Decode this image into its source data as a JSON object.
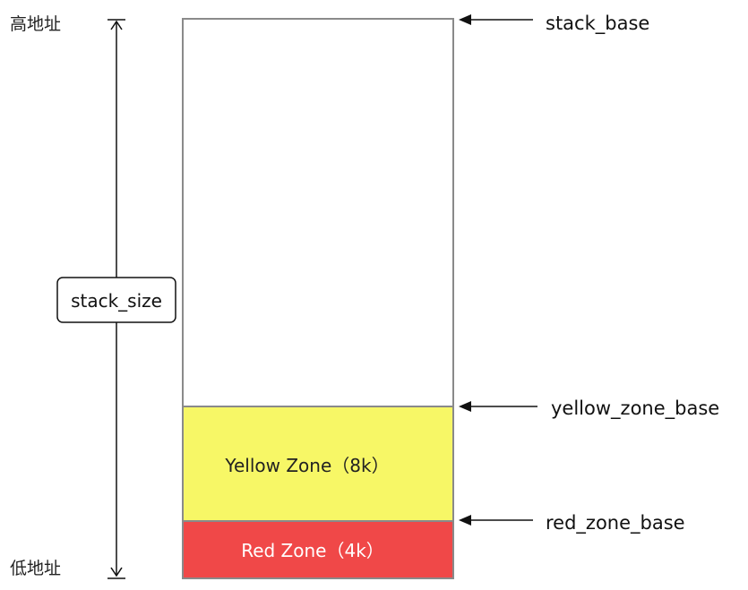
{
  "addresses": {
    "high": "高地址",
    "low": "低地址"
  },
  "size_label": "stack_size",
  "zones": {
    "yellow": {
      "label": "Yellow Zone（8k）",
      "color": "#f7f766",
      "text_color": "#222222"
    },
    "red": {
      "label": "Red Zone（4k）",
      "color": "#f04848",
      "text_color": "#ffffff"
    }
  },
  "pointers": {
    "stack_base": "stack_base",
    "yellow_zone_base": "yellow_zone_base",
    "red_zone_base": "red_zone_base"
  },
  "colors": {
    "line": "#111111",
    "stack_border": "#8a8a8a"
  }
}
